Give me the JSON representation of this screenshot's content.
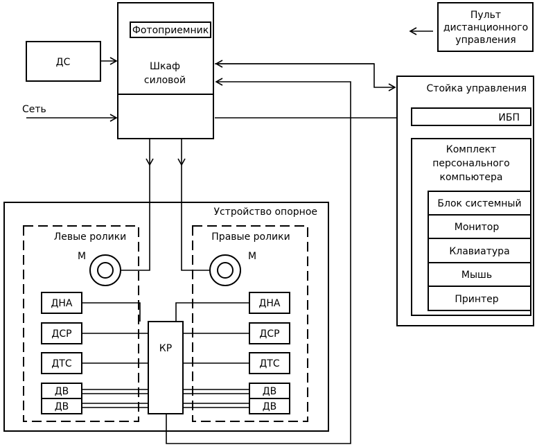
{
  "labels": {
    "ds": "ДС",
    "photoreceiver": "Фотоприемник",
    "cabinet_line1": "Шкаф",
    "cabinet_line2": "силовой",
    "mains": "Сеть",
    "remote_line1": "Пульт",
    "remote_line2": "дистанционного",
    "remote_line3": "управления",
    "control_rack": "Стойка управления",
    "ups": "ИБП",
    "pc_line1": "Комплект",
    "pc_line2": "персонального",
    "pc_line3": "компьютера",
    "pc_system_unit": "Блок системный",
    "pc_monitor": "Монитор",
    "pc_keyboard": "Клавиатура",
    "pc_mouse": "Мышь",
    "pc_printer": "Принтер",
    "support_device": "Устройство опорное",
    "left_rollers": "Левые ролики",
    "right_rollers": "Правые ролики",
    "motor_left": "М",
    "motor_right": "М",
    "kr": "КР",
    "left_dna": "ДНА",
    "left_dsr": "ДСР",
    "left_dts": "ДТС",
    "left_dv1": "ДВ",
    "left_dv2": "ДВ",
    "right_dna": "ДНА",
    "right_dsr": "ДСР",
    "right_dts": "ДТС",
    "right_dv1": "ДВ",
    "right_dv2": "ДВ"
  }
}
